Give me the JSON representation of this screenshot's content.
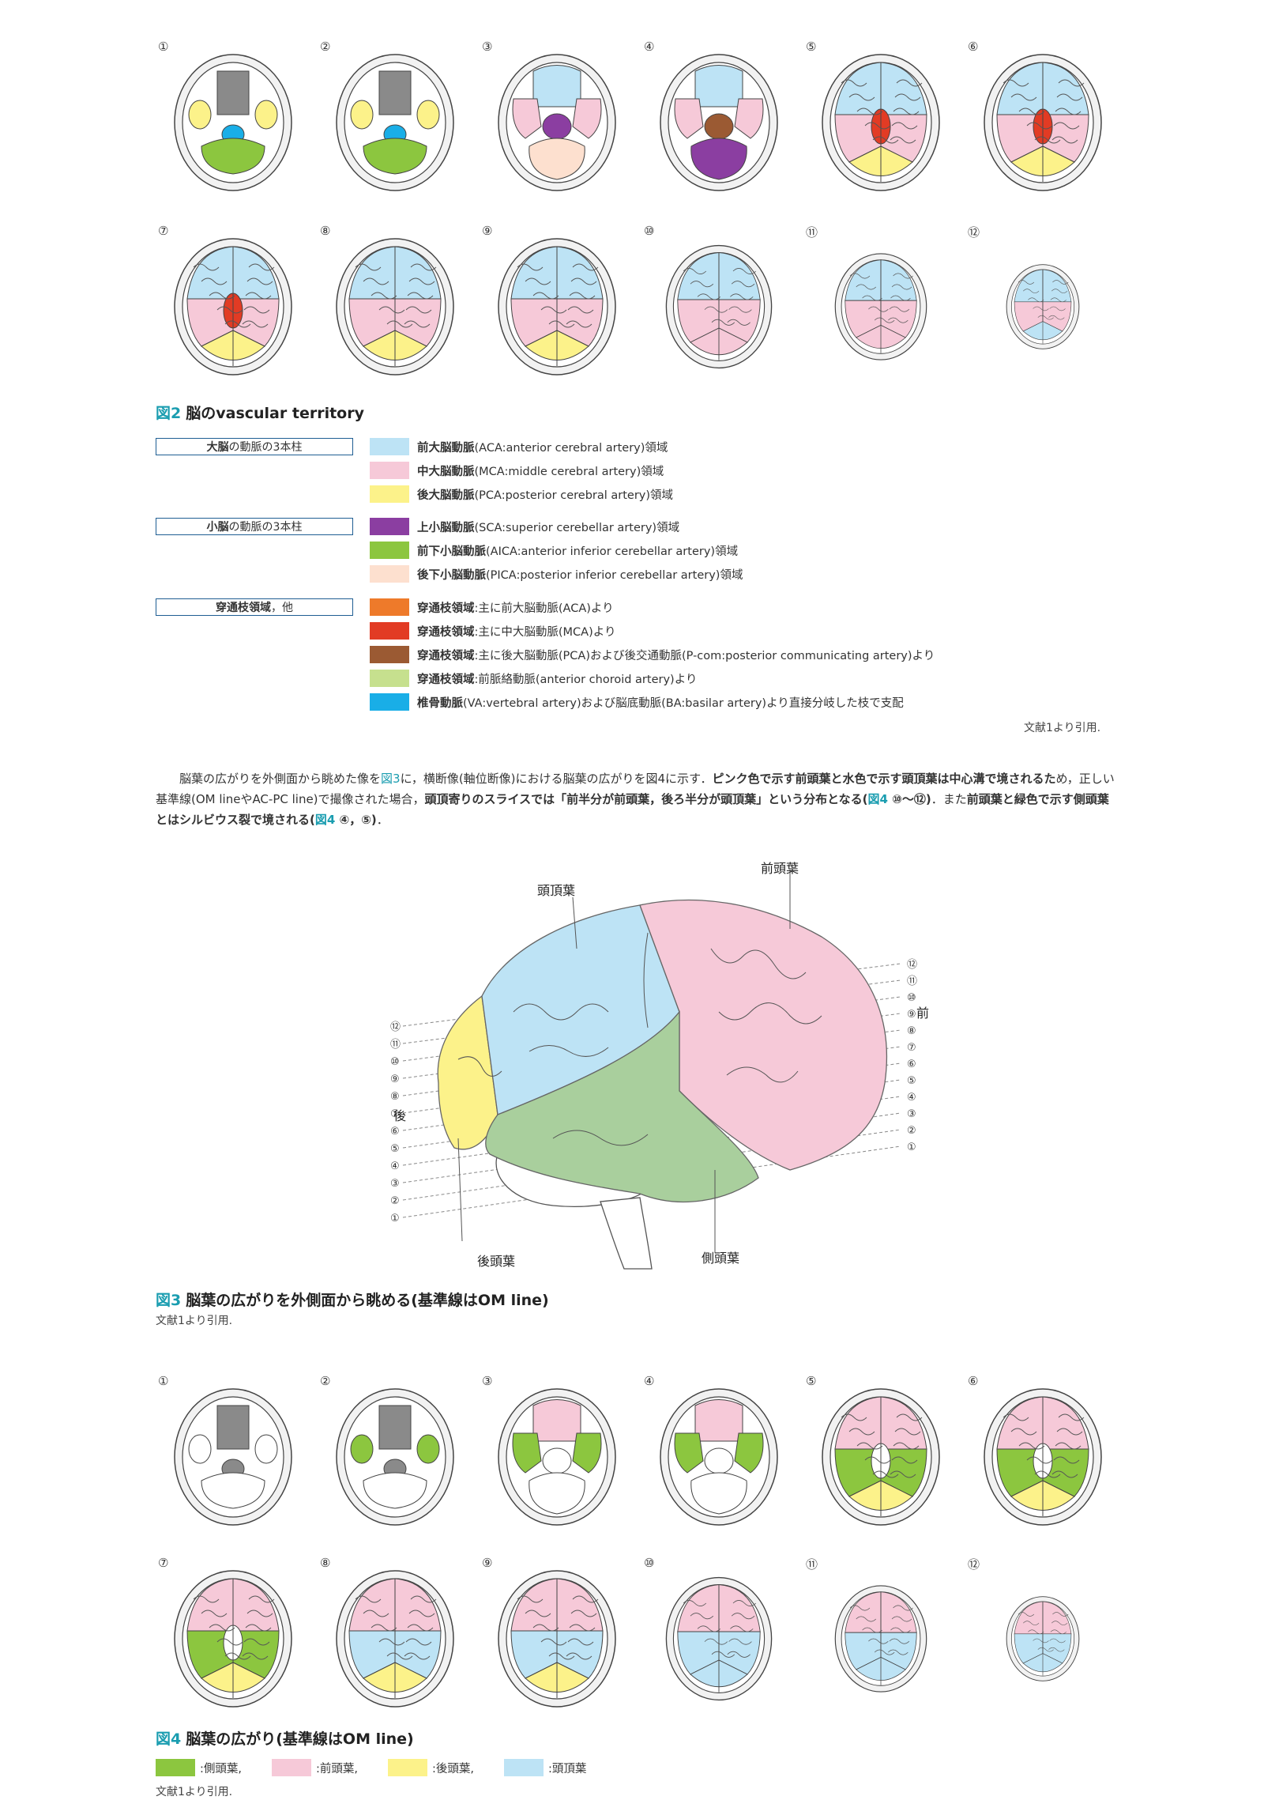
{
  "slice_numbers": [
    "①",
    "②",
    "③",
    "④",
    "⑤",
    "⑥",
    "⑦",
    "⑧",
    "⑨",
    "⑩",
    "⑪",
    "⑫"
  ],
  "colors": {
    "aca": "#bde3f5",
    "mca": "#f6c9d8",
    "pca": "#fcf28a",
    "sca": "#8b3ea1",
    "aica": "#8cc63f",
    "pica": "#fde0cf",
    "perf_aca": "#ee7a2a",
    "perf_mca": "#e23b24",
    "perf_pca": "#9b5a33",
    "perf_ach": "#c6e08e",
    "va_ba": "#19aee7",
    "temporal": "#8cc63f",
    "frontal": "#f6c9d8",
    "occipital": "#fcf28a",
    "parietal": "#bde3f5",
    "accent": "#1a9db0"
  },
  "fig2": {
    "num": "図2",
    "title": "脳のvascular territory",
    "groups": [
      {
        "label_bold": "大脳",
        "label_rest": "の動脈の3本柱",
        "items": [
          {
            "color": "#bde3f5",
            "bold": "前大脳動脈",
            "rest": "(ACA:anterior cerebral artery)領域"
          },
          {
            "color": "#f6c9d8",
            "bold": "中大脳動脈",
            "rest": "(MCA:middle cerebral artery)領域"
          },
          {
            "color": "#fcf28a",
            "bold": "後大脳動脈",
            "rest": "(PCA:posterior cerebral artery)領域"
          }
        ]
      },
      {
        "label_bold": "小脳",
        "label_rest": "の動脈の3本柱",
        "items": [
          {
            "color": "#8b3ea1",
            "bold": "上小脳動脈",
            "rest": "(SCA:superior cerebellar artery)領域"
          },
          {
            "color": "#8cc63f",
            "bold": "前下小脳動脈",
            "rest": "(AICA:anterior inferior cerebellar artery)領域"
          },
          {
            "color": "#fde0cf",
            "bold": "後下小脳動脈",
            "rest": "(PICA:posterior inferior cerebellar artery)領域"
          }
        ]
      },
      {
        "label_bold": "穿通枝領域",
        "label_rest": "，他",
        "items": [
          {
            "color": "#ee7a2a",
            "bold": "穿通枝領域",
            "rest": ":主に前大脳動脈(ACA)より"
          },
          {
            "color": "#e23b24",
            "bold": "穿通枝領域",
            "rest": ":主に中大脳動脈(MCA)より"
          },
          {
            "color": "#9b5a33",
            "bold": "穿通枝領域",
            "rest": ":主に後大脳動脈(PCA)および後交通動脈(P-com:posterior communicating artery)より"
          },
          {
            "color": "#c6e08e",
            "bold": "穿通枝領域",
            "rest": ":前脈絡動脈(anterior choroid artery)より"
          },
          {
            "color": "#19aee7",
            "bold": "椎骨動脈",
            "rest": "(VA:vertebral artery)および脳底動脈(BA:basilar artery)より直接分岐した枝で支配"
          }
        ]
      }
    ],
    "source": "文献1より引用."
  },
  "paragraph": {
    "p1": "脳葉の広がりを外側面から眺めた像を",
    "r1": "図3",
    "p2": "に，横断像(軸位断像)における脳葉の広がりを図4に示す．",
    "b1": "ピンク色で示す前頭葉と水色で示す頭頂葉は中心溝で境されるた",
    "p3": "め",
    "p4": "，正しい基準線(OM lineやAC-PC line)で撮像された場合，",
    "b2": "頭頂寄りのスライスでは「前半分が前頭葉，後ろ半分が頭頂葉」という分布となる(",
    "r2": "図4",
    "b3": " ⑩〜⑫)",
    "p5": "．また",
    "b4": "前頭葉と緑色で示す側頭葉とはシルビウス裂で境される(",
    "r3": "図4",
    "b5": " ④，⑤)",
    "p6": "．"
  },
  "fig3": {
    "num": "図3",
    "title": "脳葉の広がりを外側面から眺める(基準線はOM line)",
    "source": "文献1より引用.",
    "labels": {
      "frontal": "前頭葉",
      "parietal": "頭頂葉",
      "occipital": "後頭葉",
      "temporal": "側頭葉",
      "anterior": "前",
      "posterior": "後"
    }
  },
  "fig4": {
    "num": "図4",
    "title": "脳葉の広がり(基準線はOM line)",
    "legend": [
      {
        "color": "#8cc63f",
        "label": ":側頭葉,"
      },
      {
        "color": "#f6c9d8",
        "label": ":前頭葉,"
      },
      {
        "color": "#fcf28a",
        "label": ":後頭葉,"
      },
      {
        "color": "#bde3f5",
        "label": ":頭頂葉"
      }
    ],
    "source": "文献1より引用."
  }
}
